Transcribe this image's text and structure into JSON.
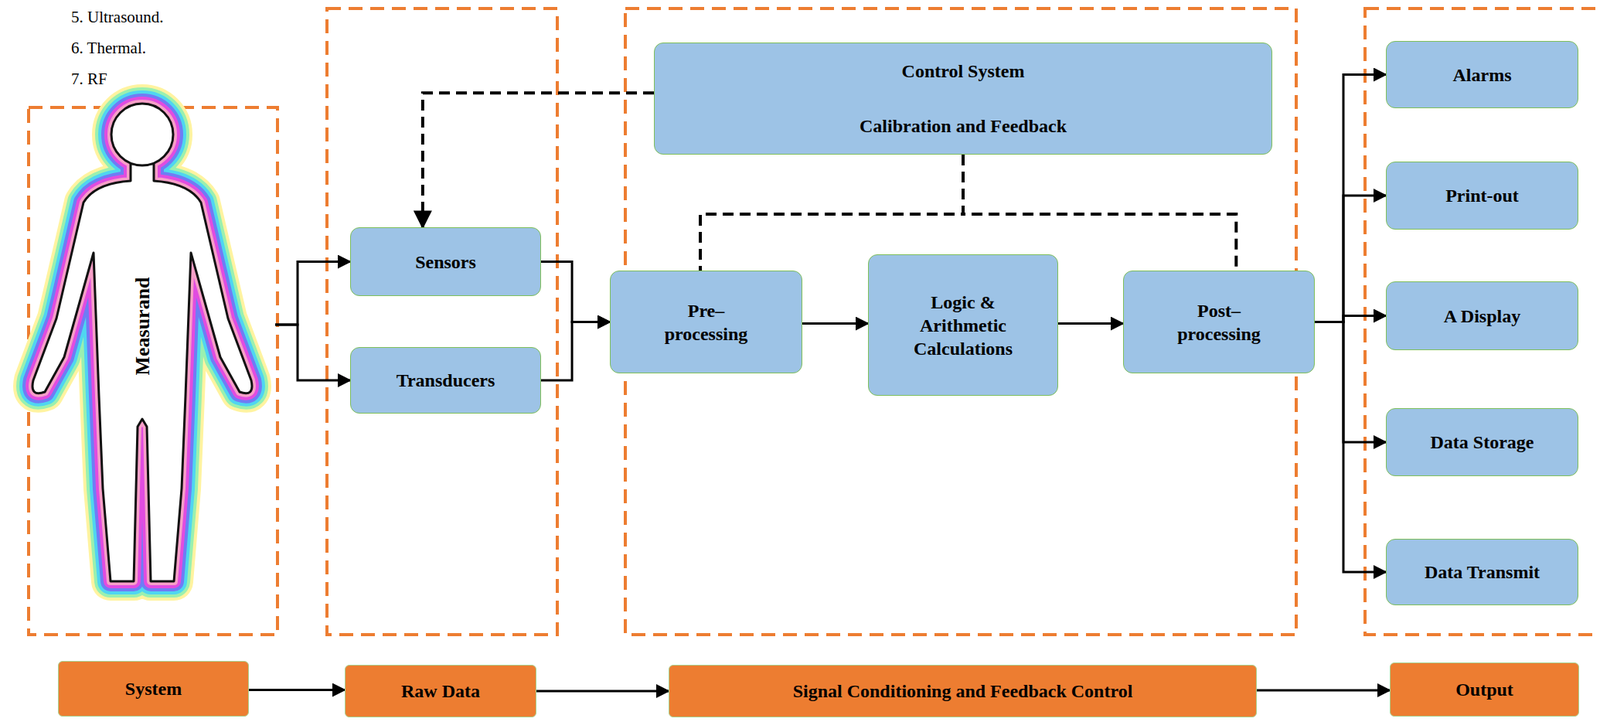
{
  "diagram": {
    "nodes": [
      {
        "text": [
          "Measurand"
        ]
      },
      {
        "text": [
          "Sensors"
        ]
      },
      {
        "text": [
          "Transducers"
        ]
      },
      {
        "text": [
          "Control System",
          "Calibration and Feedback"
        ]
      },
      {
        "text": [
          "Pre– processing"
        ]
      },
      {
        "text": [
          "Logic & Arithmetic Calculations"
        ]
      },
      {
        "text": [
          "Post– processing"
        ]
      },
      {
        "text": [
          "Alarms"
        ]
      },
      {
        "text": [
          "Print-out"
        ]
      },
      {
        "text": [
          "A Display"
        ]
      },
      {
        "text": [
          "Data Storage"
        ]
      },
      {
        "text": [
          "Data Transmit"
        ]
      },
      {
        "text": [
          "System"
        ]
      },
      {
        "text": [
          "Raw Data"
        ]
      },
      {
        "text": [
          "Signal Conditioning and Feedback Control"
        ]
      },
      {
        "text": [
          "Output"
        ]
      }
    ],
    "edges": [
      {
        "from": 0,
        "to": 1,
        "arrow": "to"
      },
      {
        "from": 0,
        "to": 2,
        "arrow": "to"
      },
      {
        "from": 1,
        "to": 4,
        "arrow": "to"
      },
      {
        "from": 2,
        "to": 4,
        "arrow": "to"
      },
      {
        "from": 4,
        "to": 5,
        "arrow": "to"
      },
      {
        "from": 5,
        "to": 6,
        "arrow": "to"
      },
      {
        "from": 6,
        "to": 7,
        "arrow": "to"
      },
      {
        "from": 6,
        "to": 8,
        "arrow": "to"
      },
      {
        "from": 6,
        "to": 9,
        "arrow": "to"
      },
      {
        "from": 6,
        "to": 10,
        "arrow": "to"
      },
      {
        "from": 6,
        "to": 11,
        "arrow": "to"
      },
      {
        "from": 3,
        "to": 1,
        "arrow": "to"
      },
      {
        "from": 3,
        "to": 4,
        "arrow": "none"
      },
      {
        "from": 3,
        "to": 6,
        "arrow": "none"
      },
      {
        "from": 12,
        "to": 13,
        "arrow": "to"
      },
      {
        "from": 13,
        "to": 14,
        "arrow": "to"
      },
      {
        "from": 14,
        "to": 15,
        "arrow": "to"
      }
    ],
    "labels": [
      "5. Ultrasound.",
      "6. Thermal.",
      "7. RF"
    ]
  }
}
